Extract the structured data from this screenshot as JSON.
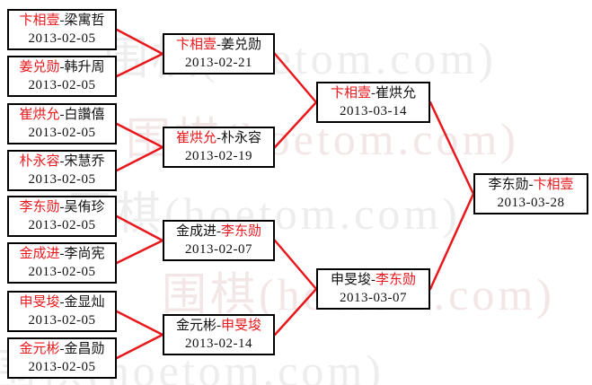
{
  "watermark": {
    "text": "围棋(hoetom.com)"
  },
  "separator": "-",
  "colors": {
    "winner_text": "#e8181c",
    "connector_line": "#e8181c",
    "box_border": "#000000",
    "watermark_gray": "#ededed",
    "watermark_pink": "#f3e6e6"
  },
  "bracket": {
    "rounds": [
      {
        "name": "round-1",
        "matches": [
          {
            "p1": "卞相壹",
            "p2": "梁寓哲",
            "winner": "p1",
            "date": "2013-02-05"
          },
          {
            "p1": "姜兑勋",
            "p2": "韩升周",
            "winner": "p1",
            "date": "2013-02-05"
          },
          {
            "p1": "崔烘允",
            "p2": "白讚僖",
            "winner": "p1",
            "date": "2013-02-05"
          },
          {
            "p1": "朴永容",
            "p2": "宋慧乔",
            "winner": "p1",
            "date": "2013-02-05"
          },
          {
            "p1": "李东勋",
            "p2": "吴侑珍",
            "winner": "p1",
            "date": "2013-02-05"
          },
          {
            "p1": "金成进",
            "p2": "李尚宪",
            "winner": "p1",
            "date": "2013-02-05"
          },
          {
            "p1": "申旻埈",
            "p2": "金显灿",
            "winner": "p1",
            "date": "2013-02-05"
          },
          {
            "p1": "金元彬",
            "p2": "金昌勋",
            "winner": "p1",
            "date": "2013-02-05"
          }
        ]
      },
      {
        "name": "round-2",
        "matches": [
          {
            "p1": "卞相壹",
            "p2": "姜兑勋",
            "winner": "p1",
            "date": "2013-02-21"
          },
          {
            "p1": "崔烘允",
            "p2": "朴永容",
            "winner": "p1",
            "date": "2013-02-19"
          },
          {
            "p1": "金成进",
            "p2": "李东勋",
            "winner": "p2",
            "date": "2013-02-07"
          },
          {
            "p1": "金元彬",
            "p2": "申旻埈",
            "winner": "p2",
            "date": "2013-02-14"
          }
        ]
      },
      {
        "name": "semifinal",
        "matches": [
          {
            "p1": "卞相壹",
            "p2": "崔烘允",
            "winner": "p1",
            "date": "2013-03-14"
          },
          {
            "p1": "申旻埈",
            "p2": "李东勋",
            "winner": "p2",
            "date": "2013-03-07"
          }
        ]
      },
      {
        "name": "final",
        "matches": [
          {
            "p1": "李东勋",
            "p2": "卞相壹",
            "winner": "p2",
            "date": "2013-03-28"
          }
        ]
      }
    ]
  }
}
